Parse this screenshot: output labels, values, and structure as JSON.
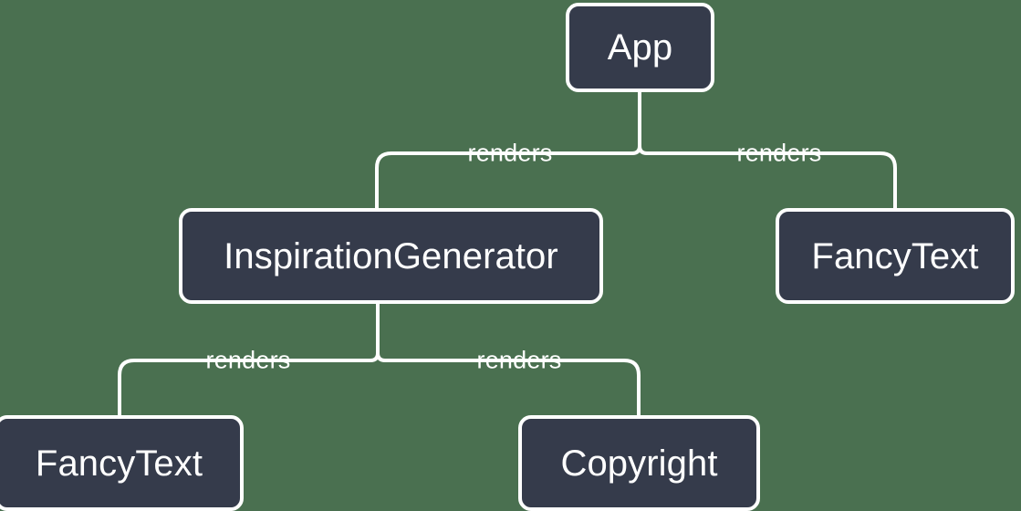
{
  "diagram": {
    "type": "component-render-tree",
    "background_color": "#4a7050",
    "node_fill_color": "#353b4b",
    "node_border_color": "#ffffff",
    "edge_color": "#ffffff",
    "nodes": [
      {
        "id": "app",
        "label": "App"
      },
      {
        "id": "inspiration-generator",
        "label": "InspirationGenerator"
      },
      {
        "id": "fancytext-right",
        "label": "FancyText"
      },
      {
        "id": "fancytext-bottom",
        "label": "FancyText"
      },
      {
        "id": "copyright",
        "label": "Copyright"
      }
    ],
    "edges": [
      {
        "from": "app",
        "to": "inspiration-generator",
        "label": "renders"
      },
      {
        "from": "app",
        "to": "fancytext-right",
        "label": "renders"
      },
      {
        "from": "inspiration-generator",
        "to": "fancytext-bottom",
        "label": "renders"
      },
      {
        "from": "inspiration-generator",
        "to": "copyright",
        "label": "renders"
      }
    ],
    "edge_labels": {
      "app_to_inspiration": "renders",
      "app_to_fancytext": "renders",
      "inspiration_to_fancytext": "renders",
      "inspiration_to_copyright": "renders"
    }
  }
}
